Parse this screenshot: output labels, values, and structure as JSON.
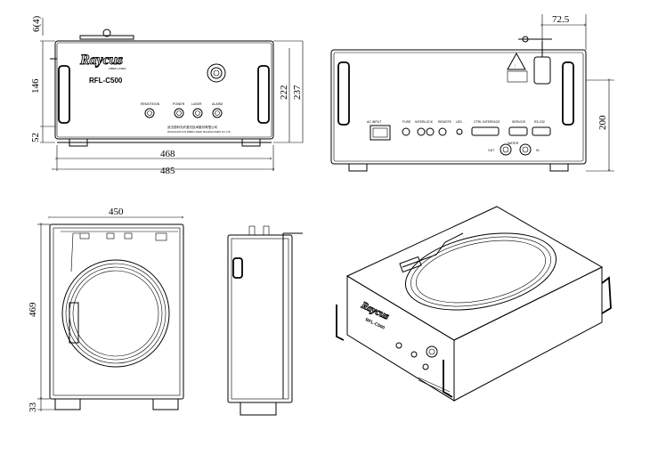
{
  "front_view": {
    "brand": "Raycus",
    "brand_sub": "FIBER LASER",
    "model": "RFL-C500",
    "button_labels": [
      "REMOTE/ON",
      "POWER",
      "LASER",
      "ALARM"
    ],
    "footer_cn": "武汉锐科光纤激光技术股份有限公司",
    "footer_en": "WUHAN RAYCUS FIBER LASER TECHNOLOGIES CO.,LTD",
    "dims": {
      "top_handle": "6(4)",
      "left_upper": "146",
      "left_lower": "52",
      "right_inner": "222",
      "right_outer": "237",
      "width_inner": "468",
      "width_outer": "485"
    }
  },
  "rear_view": {
    "connector_labels": [
      "AC INPUT",
      "FUSE",
      "INTERLOCK",
      "REMOTE",
      "LED",
      "CTRL INTERFACE",
      "SERVICE",
      "RS-232"
    ],
    "water_label": "WATER",
    "water_out": "OUT",
    "water_in": "IN",
    "dims": {
      "top": "72.5",
      "right": "200"
    }
  },
  "top_view": {
    "dims": {
      "width": "450",
      "height": "469",
      "bottom": "33"
    }
  },
  "iso_view": {
    "brand": "Raycus",
    "model": "RFL-C500"
  }
}
